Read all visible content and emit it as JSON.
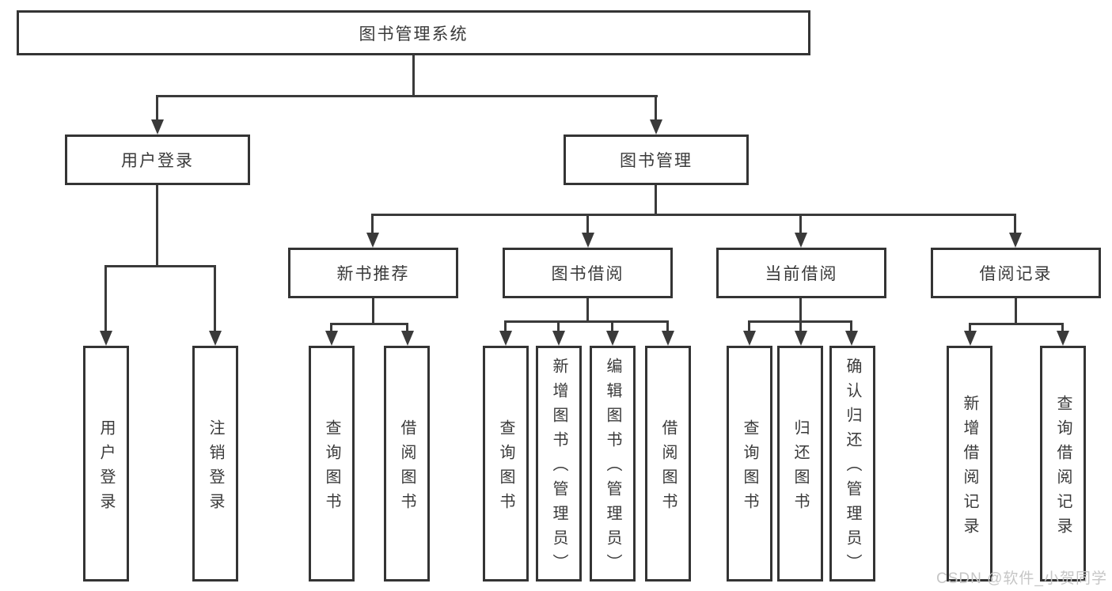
{
  "diagram": {
    "root": {
      "label": "图书管理系统"
    },
    "level2": [
      {
        "label": "用户登录"
      },
      {
        "label": "图书管理"
      }
    ],
    "level3": [
      {
        "label": "新书推荐"
      },
      {
        "label": "图书借阅"
      },
      {
        "label": "当前借阅"
      },
      {
        "label": "借阅记录"
      }
    ],
    "leaves": {
      "user_login": [
        "用户登录",
        "注销登录"
      ],
      "new_book": [
        "查询图书",
        "借阅图书"
      ],
      "book_borrow": [
        "查询图书",
        "新增图书（管理员）",
        "编辑图书（管理员）",
        "借阅图书"
      ],
      "current_borrow": [
        "查询图书",
        "归还图书",
        "确认归还（管理员）"
      ],
      "borrow_records": [
        "新增借阅记录",
        "查询借阅记录"
      ]
    },
    "line_color": "#3a3a3a",
    "border_color": "#343434"
  },
  "watermark": {
    "text": "CSDN @软件_小贺同学",
    "color": "#c6c6c6"
  }
}
